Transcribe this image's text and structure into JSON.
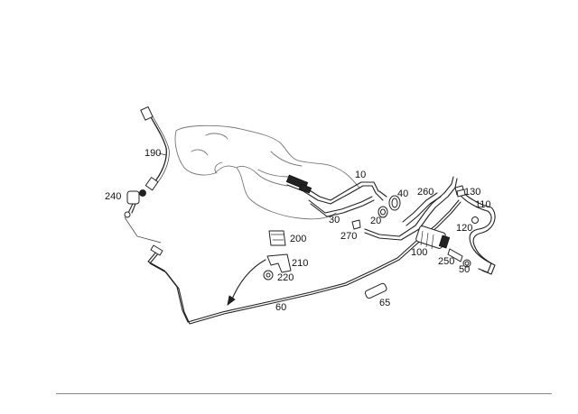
{
  "diagram": {
    "callouts": [
      {
        "id": "c190",
        "text": "190"
      },
      {
        "id": "c240",
        "text": "240"
      },
      {
        "id": "c10",
        "text": "10"
      },
      {
        "id": "c30",
        "text": "30"
      },
      {
        "id": "c40",
        "text": "40"
      },
      {
        "id": "c20",
        "text": "20"
      },
      {
        "id": "c270",
        "text": "270"
      },
      {
        "id": "c260",
        "text": "260"
      },
      {
        "id": "c130",
        "text": "130"
      },
      {
        "id": "c110",
        "text": "110"
      },
      {
        "id": "c120",
        "text": "120"
      },
      {
        "id": "c100",
        "text": "100"
      },
      {
        "id": "c250",
        "text": "250"
      },
      {
        "id": "c50",
        "text": "50"
      },
      {
        "id": "c200",
        "text": "200"
      },
      {
        "id": "c210",
        "text": "210"
      },
      {
        "id": "c220",
        "text": "220"
      },
      {
        "id": "c60",
        "text": "60"
      },
      {
        "id": "c65",
        "text": "65"
      }
    ]
  }
}
